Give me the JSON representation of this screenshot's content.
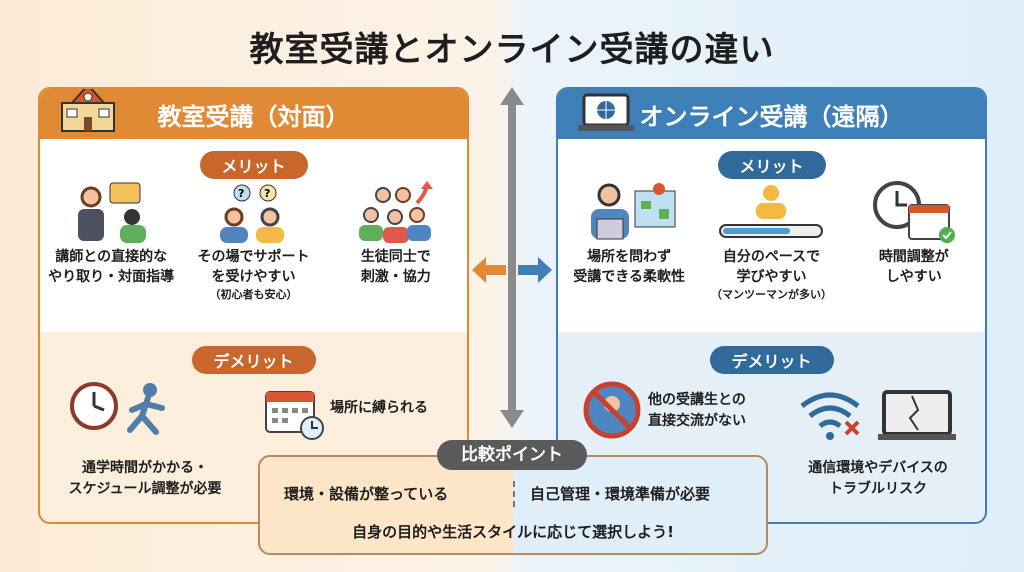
{
  "title": "教室受講とオンライン受講の違い",
  "classroom": {
    "heading": "教室受講（対面）",
    "merit_label": "メリット",
    "merits": [
      {
        "lines": [
          "講師との直接的な",
          "やり取り・対面指導"
        ],
        "icon": "teacher-student-icon"
      },
      {
        "lines": [
          "その場でサポート",
          "を受けやすい"
        ],
        "sub": "（初心者も安心）",
        "icon": "questions-icon"
      },
      {
        "lines": [
          "生徒同士で",
          "刺激・協力"
        ],
        "icon": "group-growth-icon"
      }
    ],
    "demerit_label": "デメリット",
    "demerits": [
      {
        "lines": [
          "通学時間がかかる・",
          "スケジュール調整が必要"
        ],
        "icon": "clock-running-icon"
      },
      {
        "lines": [
          "場所に縛られる"
        ],
        "icon": "calendar-clock-icon"
      }
    ]
  },
  "online": {
    "heading": "オンライン受講（遠隔）",
    "merit_label": "メリット",
    "merits": [
      {
        "lines": [
          "場所を問わず",
          "受講できる柔軟性"
        ],
        "icon": "laptop-map-icon"
      },
      {
        "lines": [
          "自分のペースで",
          "学びやすい"
        ],
        "sub": "（マンツーマンが多い）",
        "icon": "progress-icon",
        "progress": 0.7
      },
      {
        "lines": [
          "時間調整が",
          "しやすい"
        ],
        "icon": "clock-calendar-icon"
      }
    ],
    "demerit_label": "デメリット",
    "demerits": [
      {
        "lines": [
          "他の受講生との",
          "直接交流がない"
        ],
        "icon": "no-people-icon"
      },
      {
        "lines": [
          "通信環境やデバイスの",
          "トラブルリスク"
        ],
        "icon": "wifi-broken-device-icon"
      }
    ]
  },
  "comparison": {
    "label": "比較ポイント",
    "left": "環境・設備が整っている",
    "right": "自己管理・環境準備が必要",
    "conclusion": "自身の目的や生活スタイルに応じて選択しよう!"
  },
  "colors": {
    "orange": "#e08a35",
    "blue": "#3f7fb8"
  }
}
